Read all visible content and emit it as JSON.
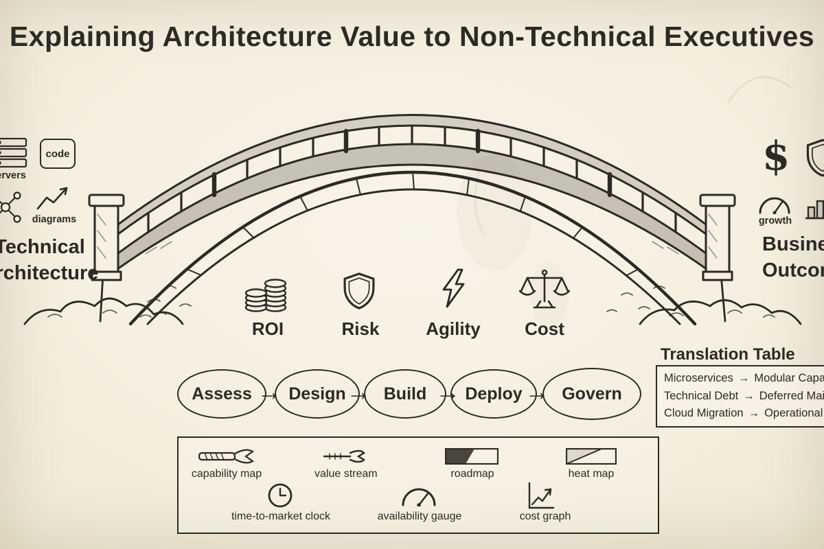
{
  "title": "Explaining Architecture Value to Non-Technical Executives",
  "technical_side": {
    "title_line1": "Technical",
    "title_line2": "Architecture",
    "servers_label": "servers",
    "code_label": "code",
    "diagrams_label": "diagrams"
  },
  "business_side": {
    "title_line1": "Business",
    "title_line2": "Outcomes",
    "dollar_symbol": "$",
    "gauge_label": "growth"
  },
  "bridge_values": [
    {
      "icon": "coins-icon",
      "label": "ROI"
    },
    {
      "icon": "shield-icon",
      "label": "Risk"
    },
    {
      "icon": "lightning-icon",
      "label": "Agility"
    },
    {
      "icon": "scales-icon",
      "label": "Cost"
    }
  ],
  "process_flow": {
    "arrow": "→",
    "steps": [
      {
        "label": "Assess"
      },
      {
        "label": "Design"
      },
      {
        "label": "Build"
      },
      {
        "label": "Deploy"
      },
      {
        "label": "Govern"
      }
    ]
  },
  "translation_table": {
    "title": "Translation Table",
    "arrow": "→",
    "rows": [
      {
        "from": "Microservices",
        "to": "Modular Capa"
      },
      {
        "from": "Technical Debt",
        "to": "Deferred Main"
      },
      {
        "from": "Cloud Migration",
        "to": "Operational F"
      }
    ]
  },
  "toolbox": {
    "row1": [
      {
        "icon": "capability-map-icon",
        "label": "capability map"
      },
      {
        "icon": "value-stream-icon",
        "label": "value stream"
      },
      {
        "icon": "roadmap-icon",
        "label": "roadmap"
      },
      {
        "icon": "heat-map-icon",
        "label": "heat map"
      }
    ],
    "row2": [
      {
        "icon": "clock-icon",
        "label": "time-to-market clock"
      },
      {
        "icon": "availability-gauge-icon",
        "label": "availability gauge"
      },
      {
        "icon": "cost-graph-icon",
        "label": "cost graph"
      }
    ]
  },
  "colors": {
    "background": "#f5efdf",
    "ink": "#2b2a26"
  }
}
